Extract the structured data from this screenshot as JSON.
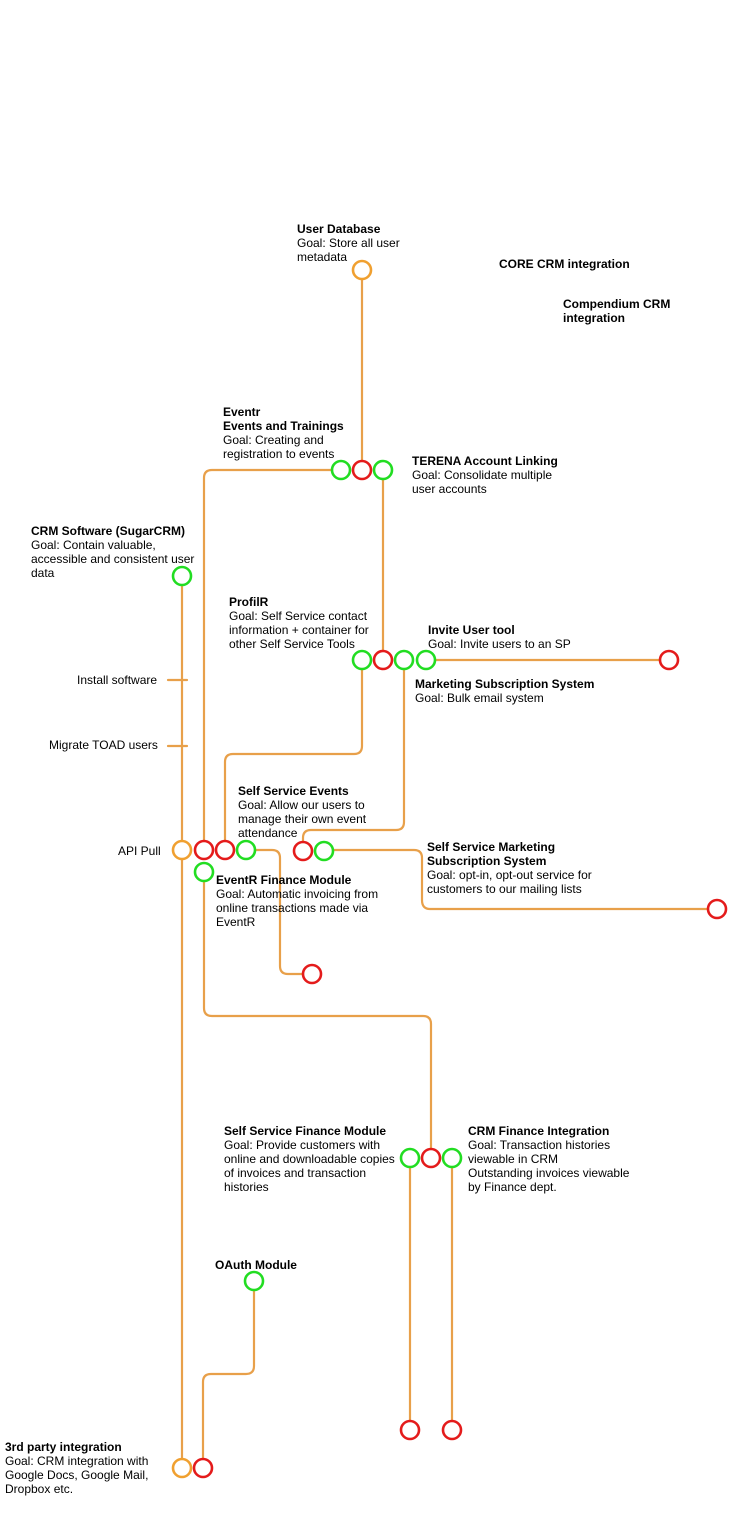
{
  "diagram": {
    "track_color": "#E8A04A",
    "status_colors": {
      "done": "#22DD22",
      "blocked": "#E41B1B",
      "planned": "#F0A030"
    },
    "labels": {
      "user_database": {
        "title": "User Database",
        "lines": [
          "Goal: Store all user",
          "metadata"
        ]
      },
      "core_crm": {
        "title": "CORE CRM integration",
        "lines": []
      },
      "compendium_crm": {
        "title": "Compendium CRM",
        "lines": [
          "integration"
        ]
      },
      "eventr": {
        "title": "Eventr",
        "lines": [
          "Events and Trainings",
          "Goal: Creating and",
          "registration to events"
        ]
      },
      "terena_linking": {
        "title": "TERENA Account Linking",
        "lines": [
          "Goal: Consolidate multiple",
          "user accounts"
        ]
      },
      "crm_software": {
        "title": "CRM Software (SugarCRM)",
        "lines": [
          "Goal: Contain valuable,",
          "accessible and consistent user",
          "data"
        ]
      },
      "profilr": {
        "title": "ProfilR",
        "lines": [
          "Goal: Self Service contact",
          "information + container for",
          "other Self Service Tools"
        ]
      },
      "invite_user": {
        "title": "Invite User tool",
        "lines": [
          "Goal: Invite users to an SP"
        ]
      },
      "marketing_subscription": {
        "title": "Marketing Subscription System",
        "lines": [
          "Goal: Bulk email system"
        ]
      },
      "self_service_events": {
        "title": "Self Service Events",
        "lines": [
          "Goal: Allow our users to",
          "manage their own event",
          "attendance"
        ]
      },
      "self_service_marketing": {
        "title": "Self Service Marketing",
        "lines": [
          "Subscription System",
          "Goal: opt-in, opt-out service for",
          "customers to our mailing lists"
        ]
      },
      "eventr_finance": {
        "title": "EventR Finance Module",
        "lines": [
          "Goal: Automatic invoicing from",
          "online transactions made via",
          "EventR"
        ]
      },
      "self_service_finance": {
        "title": "Self Service Finance Module",
        "lines": [
          "Goal: Provide customers with",
          "online and downloadable copies",
          "of invoices and transaction",
          "histories"
        ]
      },
      "crm_finance": {
        "title": "CRM Finance Integration",
        "lines": [
          "Goal: Transaction histories",
          "viewable in CRM",
          "Outstanding invoices viewable",
          "by Finance dept."
        ]
      },
      "oauth": {
        "title": "OAuth Module",
        "lines": []
      },
      "third_party": {
        "title": "3rd party integration",
        "lines": [
          "Goal: CRM integration with",
          "Google Docs, Google Mail,",
          "Dropbox etc."
        ]
      }
    },
    "side_labels": {
      "install_software": "Install software",
      "migrate_toad": "Migrate TOAD users",
      "api_pull": "API Pull"
    }
  }
}
